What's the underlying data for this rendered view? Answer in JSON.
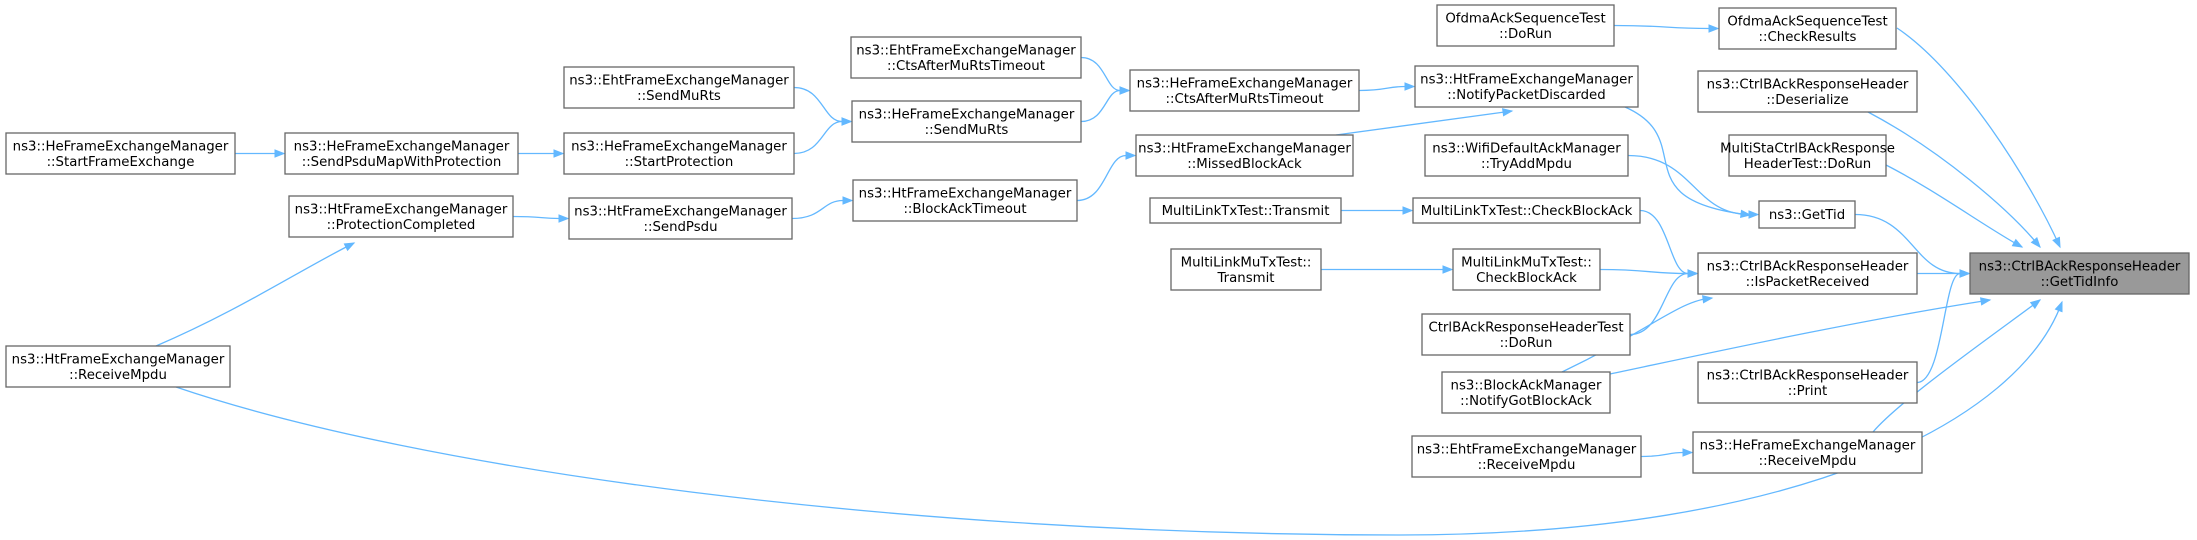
{
  "diagram": {
    "title": "",
    "colors": {
      "edge": "#63b8ff",
      "node_border": "#666666",
      "root_fill": "#999999",
      "node_fill": "#ffffff"
    },
    "nodes": [
      {
        "id": "root",
        "lines": [
          "ns3::CtrlBAckResponseHeader",
          "::GetTidInfo"
        ]
      },
      {
        "id": "ofdma_check",
        "lines": [
          "OfdmaAckSequenceTest",
          "::CheckResults"
        ]
      },
      {
        "id": "ofdma_dorun",
        "lines": [
          "OfdmaAckSequenceTest",
          "::DoRun"
        ]
      },
      {
        "id": "deserialize",
        "lines": [
          "ns3::CtrlBAckResponseHeader",
          "::Deserialize"
        ]
      },
      {
        "id": "multista_dorun",
        "lines": [
          "MultiStaCtrlBAckResponse",
          "HeaderTest::DoRun"
        ]
      },
      {
        "id": "gettid",
        "lines": [
          "ns3::GetTid"
        ]
      },
      {
        "id": "ispacketreceived",
        "lines": [
          "ns3::CtrlBAckResponseHeader",
          "::IsPacketReceived"
        ]
      },
      {
        "id": "print",
        "lines": [
          "ns3::CtrlBAckResponseHeader",
          "::Print"
        ]
      },
      {
        "id": "he_receivempdu",
        "lines": [
          "ns3::HeFrameExchangeManager",
          "::ReceiveMpdu"
        ]
      },
      {
        "id": "ht_notifydiscarded",
        "lines": [
          "ns3::HtFrameExchangeManager",
          "::NotifyPacketDiscarded"
        ]
      },
      {
        "id": "wifi_tryadd",
        "lines": [
          "ns3::WifiDefaultAckManager",
          "::TryAddMpdu"
        ]
      },
      {
        "id": "ml_checkblockack",
        "lines": [
          "MultiLinkTxTest::CheckBlockAck"
        ]
      },
      {
        "id": "mlmu_checkblockack",
        "lines": [
          "MultiLinkMuTxTest::",
          "CheckBlockAck"
        ]
      },
      {
        "id": "ctrl_dorun",
        "lines": [
          "CtrlBAckResponseHeaderTest",
          "::DoRun"
        ]
      },
      {
        "id": "notifygotblockack",
        "lines": [
          "ns3::BlockAckManager",
          "::NotifyGotBlockAck"
        ]
      },
      {
        "id": "eht_receivempdu",
        "lines": [
          "ns3::EhtFrameExchangeManager",
          "::ReceiveMpdu"
        ]
      },
      {
        "id": "he_ctsafter",
        "lines": [
          "ns3::HeFrameExchangeManager",
          "::CtsAfterMuRtsTimeout"
        ]
      },
      {
        "id": "ht_missed",
        "lines": [
          "ns3::HtFrameExchangeManager",
          "::MissedBlockAck"
        ]
      },
      {
        "id": "ml_transmit",
        "lines": [
          "MultiLinkTxTest::Transmit"
        ]
      },
      {
        "id": "mlmu_transmit",
        "lines": [
          "MultiLinkMuTxTest::",
          "Transmit"
        ]
      },
      {
        "id": "eht_ctsafter",
        "lines": [
          "ns3::EhtFrameExchangeManager",
          "::CtsAfterMuRtsTimeout"
        ]
      },
      {
        "id": "he_sendmurts",
        "lines": [
          "ns3::HeFrameExchangeManager",
          "::SendMuRts"
        ]
      },
      {
        "id": "ht_blockacktimeout",
        "lines": [
          "ns3::HtFrameExchangeManager",
          "::BlockAckTimeout"
        ]
      },
      {
        "id": "eht_sendmurts",
        "lines": [
          "ns3::EhtFrameExchangeManager",
          "::SendMuRts"
        ]
      },
      {
        "id": "he_startprotection",
        "lines": [
          "ns3::HeFrameExchangeManager",
          "::StartProtection"
        ]
      },
      {
        "id": "ht_sendpsdu",
        "lines": [
          "ns3::HtFrameExchangeManager",
          "::SendPsdu"
        ]
      },
      {
        "id": "he_sendpsdumap",
        "lines": [
          "ns3::HeFrameExchangeManager",
          "::SendPsduMapWithProtection"
        ]
      },
      {
        "id": "ht_protectioncompleted",
        "lines": [
          "ns3::HtFrameExchangeManager",
          "::ProtectionCompleted"
        ]
      },
      {
        "id": "he_startframe",
        "lines": [
          "ns3::HeFrameExchangeManager",
          "::StartFrameExchange"
        ]
      },
      {
        "id": "ht_receivempdu",
        "lines": [
          "ns3::HtFrameExchangeManager",
          "::ReceiveMpdu"
        ]
      }
    ],
    "edges": [
      {
        "from": "ofdma_check",
        "to": "root"
      },
      {
        "from": "deserialize",
        "to": "root"
      },
      {
        "from": "multista_dorun",
        "to": "root"
      },
      {
        "from": "gettid",
        "to": "root"
      },
      {
        "from": "ispacketreceived",
        "to": "root"
      },
      {
        "from": "print",
        "to": "root"
      },
      {
        "from": "he_receivempdu",
        "to": "root"
      },
      {
        "from": "notifygotblockack",
        "to": "root"
      },
      {
        "from": "ht_receivempdu",
        "to": "root"
      },
      {
        "from": "ofdma_dorun",
        "to": "ofdma_check"
      },
      {
        "from": "ht_notifydiscarded",
        "to": "gettid"
      },
      {
        "from": "wifi_tryadd",
        "to": "gettid"
      },
      {
        "from": "ml_checkblockack",
        "to": "ispacketreceived"
      },
      {
        "from": "mlmu_checkblockack",
        "to": "ispacketreceived"
      },
      {
        "from": "ctrl_dorun",
        "to": "ispacketreceived"
      },
      {
        "from": "notifygotblockack",
        "to": "ispacketreceived"
      },
      {
        "from": "eht_receivempdu",
        "to": "he_receivempdu"
      },
      {
        "from": "he_ctsafter",
        "to": "ht_notifydiscarded"
      },
      {
        "from": "ht_missed",
        "to": "ht_notifydiscarded"
      },
      {
        "from": "ml_transmit",
        "to": "ml_checkblockack"
      },
      {
        "from": "mlmu_transmit",
        "to": "mlmu_checkblockack"
      },
      {
        "from": "eht_ctsafter",
        "to": "he_ctsafter"
      },
      {
        "from": "he_sendmurts",
        "to": "he_ctsafter"
      },
      {
        "from": "ht_blockacktimeout",
        "to": "ht_missed"
      },
      {
        "from": "eht_sendmurts",
        "to": "he_sendmurts"
      },
      {
        "from": "he_startprotection",
        "to": "he_sendmurts"
      },
      {
        "from": "ht_sendpsdu",
        "to": "ht_blockacktimeout"
      },
      {
        "from": "he_sendpsdumap",
        "to": "he_startprotection"
      },
      {
        "from": "ht_protectioncompleted",
        "to": "ht_sendpsdu"
      },
      {
        "from": "he_startframe",
        "to": "he_sendpsdumap"
      },
      {
        "from": "ht_receivempdu",
        "to": "ht_protectioncompleted"
      }
    ]
  }
}
